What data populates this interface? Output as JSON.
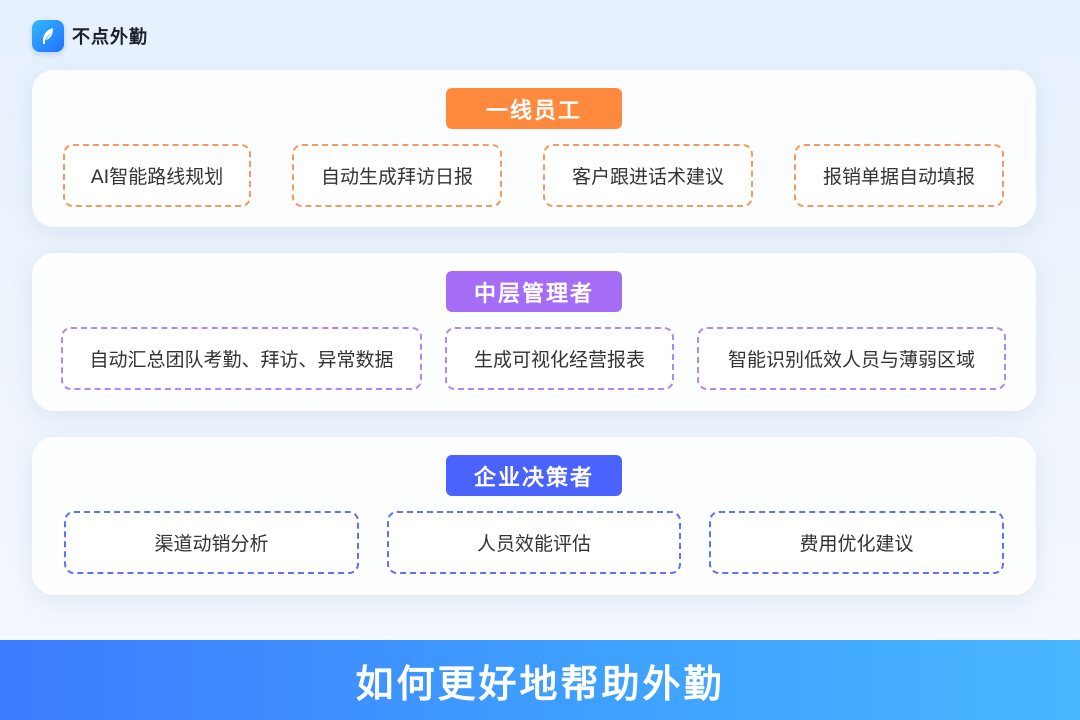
{
  "brand": {
    "name": "不点外勤",
    "icon": "feather-logo-icon"
  },
  "colors": {
    "orange": "#ff8a3d",
    "purple": "#a56cf5",
    "blue": "#4a63ff",
    "footer": "#3e8dff"
  },
  "sections": [
    {
      "title": "一线员工",
      "items": [
        "AI智能路线规划",
        "自动生成拜访日报",
        "客户跟进话术建议",
        "报销单据自动填报"
      ]
    },
    {
      "title": "中层管理者",
      "items": [
        "自动汇总团队考勤、拜访、异常数据",
        "生成可视化经营报表",
        "智能识别低效人员与薄弱区域"
      ]
    },
    {
      "title": "企业决策者",
      "items": [
        "渠道动销分析",
        "人员效能评估",
        "费用优化建议"
      ]
    }
  ],
  "footer": {
    "title": "如何更好地帮助外勤"
  }
}
